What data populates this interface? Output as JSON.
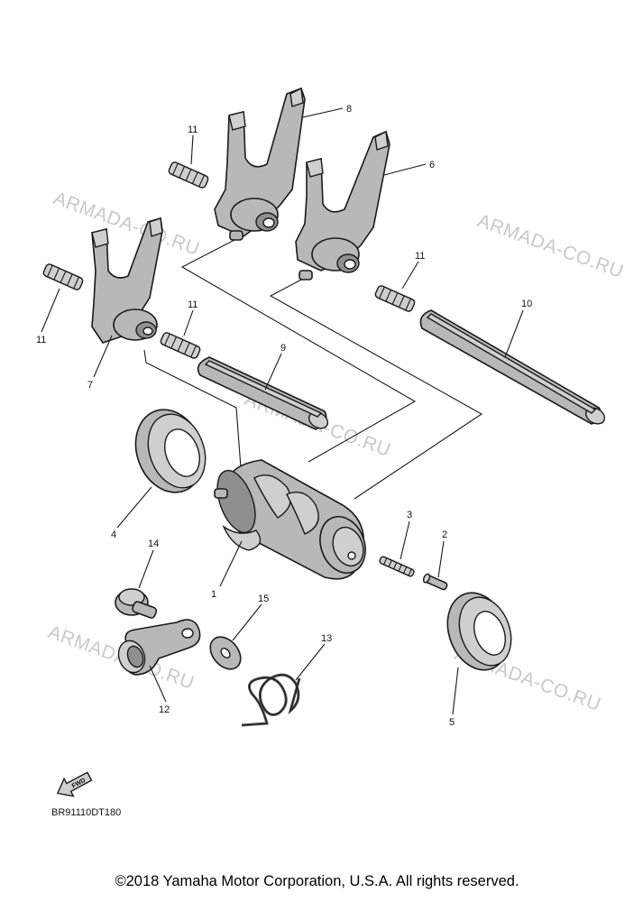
{
  "watermark": "ARMADA-CO.RU",
  "diagram_code": "BR91110DT180",
  "fwd_label": "FWD",
  "copyright": "©2018 Yamaha Motor Corporation, U.S.A. All rights reserved.",
  "callouts": {
    "c1": "1",
    "c2": "2",
    "c3": "3",
    "c4": "4",
    "c5": "5",
    "c6": "6",
    "c7": "7",
    "c8": "8",
    "c9": "9",
    "c10": "10",
    "c11a": "11",
    "c11b": "11",
    "c11c": "11",
    "c11d": "11",
    "c12": "12",
    "c13": "13",
    "c14": "14",
    "c15": "15"
  }
}
